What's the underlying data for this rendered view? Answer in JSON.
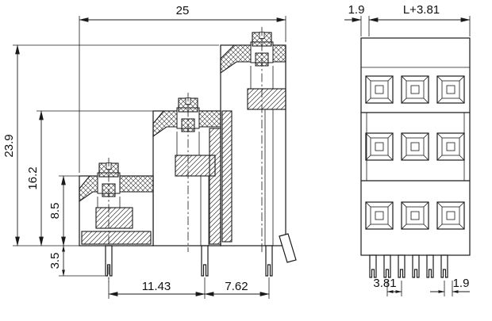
{
  "colors": {
    "line": "#1a1a1a",
    "background": "#ffffff"
  },
  "dims": {
    "side": {
      "overall_width": "25",
      "height_total": "23.9",
      "height_mid": "16.2",
      "height_low": "8.5",
      "pin_length": "3.5",
      "pin_pitch_1": "11.43",
      "pin_pitch_2": "7.62"
    },
    "front": {
      "edge_offset": "1.9",
      "overall_width": "L+3.81",
      "pin_pitch": "3.81",
      "pin_offset": "1.9"
    }
  }
}
